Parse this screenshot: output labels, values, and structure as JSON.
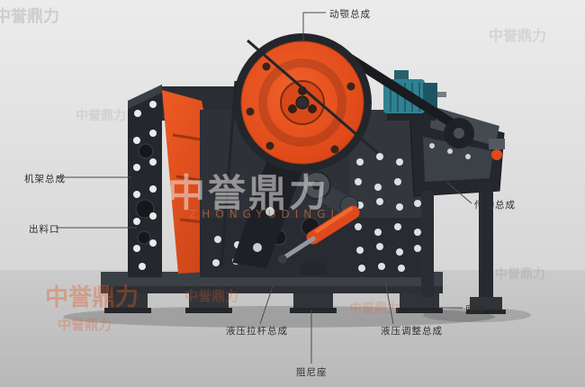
{
  "watermark": {
    "text": "中誉鼎力",
    "subtext": "ZHONGYUDINGLI"
  },
  "labels": {
    "moving_jaw": "动颚总成",
    "frame": "机架总成",
    "discharge": "出料口",
    "transmission": "传动总成",
    "base": "底架",
    "hydraulic_adjust": "液压调整总成",
    "hydraulic_rod": "液压拉杆总成",
    "damper": "阻尼座"
  },
  "colors": {
    "accent_orange": "#e0491c",
    "body_dark": "#2e3138",
    "frame_dark": "#24272c",
    "motor_teal": "#2f8292",
    "base_gray": "#3b3f46",
    "label_text": "#2f2f2f",
    "callout_line": "#4a4a4a",
    "background_top": "#ececec",
    "background_bottom": "#cfcfcf"
  }
}
